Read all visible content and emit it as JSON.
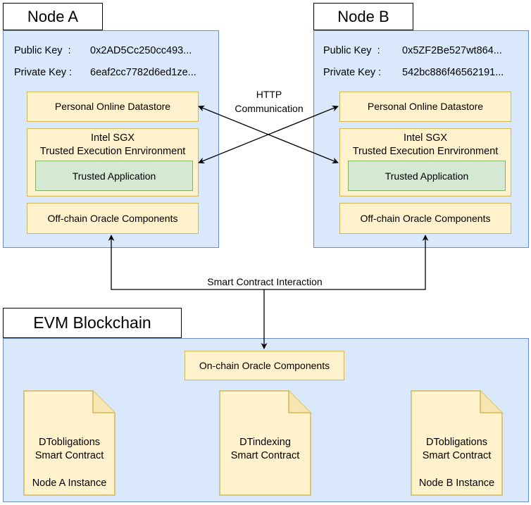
{
  "node_a": {
    "title": "Node A",
    "public_key_label": "Public Key  :",
    "public_key_value": "0x2AD5Cc250cc493...",
    "private_key_label": "Private Key :",
    "private_key_value": "6eaf2cc7782d6ed1ze...",
    "datastore": "Personal Online Datastore",
    "sgx_line1": "Intel SGX",
    "sgx_line2": "Trusted Execution Enrvironment",
    "trusted_app": "Trusted Application",
    "offchain": "Off-chain Oracle Components"
  },
  "node_b": {
    "title": "Node B",
    "public_key_label": "Public Key  :",
    "public_key_value": "0x5ZF2Be527wt864...",
    "private_key_label": "Private Key :",
    "private_key_value": "542bc886f46562191...",
    "datastore": "Personal Online Datastore",
    "sgx_line1": "Intel SGX",
    "sgx_line2": "Trusted Execution Enrvironment",
    "trusted_app": "Trusted Application",
    "offchain": "Off-chain Oracle Components"
  },
  "http_line1": "HTTP",
  "http_line2": "Communication",
  "smart_contract_interaction": "Smart Contract Interaction",
  "blockchain": {
    "title": "EVM Blockchain",
    "onchain": "On-chain Oracle Components",
    "contract_a": {
      "line1": "DTobligations",
      "line2": "Smart Contract",
      "line3": "Node A Instance"
    },
    "contract_idx": {
      "line1": "DTindexing",
      "line2": "Smart Contract"
    },
    "contract_b": {
      "line1": "DTobligations",
      "line2": "Smart Contract",
      "line3": "Node B Instance"
    }
  }
}
